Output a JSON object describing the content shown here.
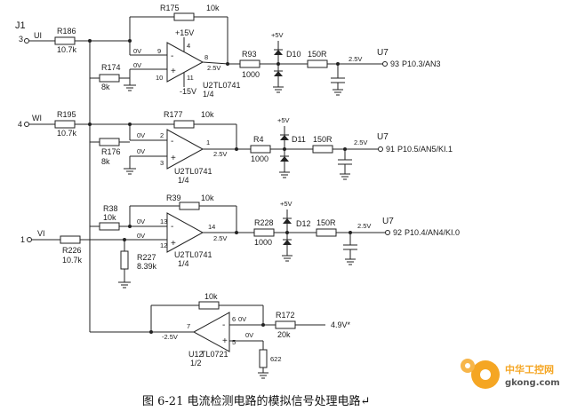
{
  "caption": "图 6-21 电流检测电路的模拟信号处理电路↵",
  "watermark": {
    "line1": "中华工控网",
    "line2": "gkong.com"
  },
  "channel_i": {
    "connector": "J1",
    "pin": "3",
    "signal": "UI",
    "r_in": "R186",
    "r_in_val": "10.7k",
    "r_fb": "R175",
    "r_fb_val": "10k",
    "r_gnd": "R174",
    "r_gnd_val": "8k",
    "opamp": "U2",
    "opamp_part": "TL0741",
    "opamp_frac": "1/4",
    "pin_plus": "9",
    "pin_minus": "10",
    "pin_out": "8",
    "pin_vp": "4",
    "pin_vn": "11",
    "vp": "+15V",
    "vn": "-15V",
    "v_plus": "0V",
    "v_minus": "0V",
    "v_out": "2.5V",
    "r_out": "R93",
    "r_out_val": "1000",
    "diode": "D10",
    "diode_v": "+5V",
    "r_filt": "150R",
    "v_filt": "2.5V",
    "mcu": "U7",
    "mcu_pin": "93",
    "mcu_port": "P10.3/AN3"
  },
  "channel_w": {
    "pin": "4",
    "signal": "WI",
    "r_in": "R195",
    "r_in_val": "10.7k",
    "r_fb": "R177",
    "r_fb_val": "10k",
    "r_gnd": "R176",
    "r_gnd_val": "8k",
    "opamp": "U2",
    "opamp_part": "TL0741",
    "opamp_frac": "1/4",
    "pin_plus": "3",
    "pin_minus": "2",
    "pin_out": "1",
    "v_plus": "0V",
    "v_minus": "0V",
    "v_out": "2.5V",
    "r_out": "R4",
    "r_out_val": "1000",
    "diode": "D11",
    "diode_v": "+5V",
    "r_filt": "150R",
    "v_filt": "2.5V",
    "mcu": "U7",
    "mcu_pin": "91",
    "mcu_port": "P10.5/AN5/KI.1"
  },
  "channel_v": {
    "pin": "1",
    "signal": "VI",
    "r_in": "R226",
    "r_in_val": "10.7k",
    "r_fb": "R39",
    "r_fb_val": "10k",
    "r_gnd": "R38",
    "r_gnd_val": "10k",
    "r_bias": "R227",
    "r_bias_val": "8.39k",
    "opamp": "U2",
    "opamp_part": "TL0741",
    "opamp_frac": "1/4",
    "pin_plus": "12",
    "pin_minus": "13",
    "pin_out": "14",
    "v_plus": "0V",
    "v_minus": "0V",
    "v_out": "2.5V",
    "r_out": "R228",
    "r_out_val": "1000",
    "diode": "D12",
    "diode_v": "+5V",
    "r_filt": "150R",
    "v_filt": "2.5V",
    "mcu": "U7",
    "mcu_pin": "92",
    "mcu_port": "P10.4/AN4/KI.0"
  },
  "reference": {
    "r_fb_val": "10k",
    "opamp": "U12",
    "opamp_part": "TL0721",
    "opamp_frac": "1/2",
    "pin_minus": "6",
    "pin_plus": "5",
    "pin_out": "7",
    "v_minus": "0V",
    "v_plus": "0V",
    "v_out": "-2.5V",
    "r_out": "R172",
    "r_out_val": "20k",
    "v_ref": "4.9V*",
    "r_gnd_val": "622"
  }
}
